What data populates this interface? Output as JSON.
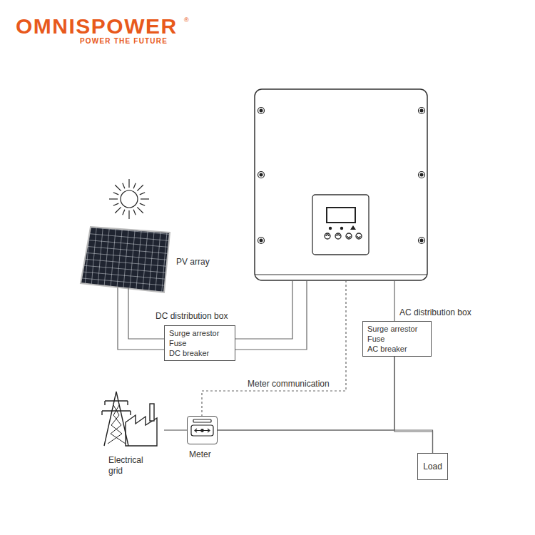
{
  "diagram": {
    "nodes": [
      {
        "text": [
          "PV array"
        ]
      },
      {
        "text": [
          "DC distribution box",
          "Surge arrestor",
          "Fuse",
          "DC breaker"
        ]
      },
      {
        "text": [
          "AC distribution box",
          "Surge arrestor",
          "Fuse",
          "AC breaker"
        ]
      },
      {
        "text": [
          "Electrical grid"
        ]
      },
      {
        "text": [
          "Meter"
        ]
      },
      {
        "text": [
          "Load"
        ]
      }
    ],
    "edges": [
      {
        "from": 0,
        "to": 1,
        "arrow": "none"
      },
      {
        "from": 3,
        "to": 4,
        "arrow": "none"
      },
      {
        "from": 4,
        "to": 5,
        "arrow": "none"
      },
      {
        "from": 2,
        "to": 5,
        "arrow": "none"
      },
      {
        "from": 2,
        "to": 4,
        "arrow": "none"
      }
    ],
    "labels": [
      "OMNISPOWER",
      "®",
      "POWER THE FUTURE",
      "Meter communication"
    ]
  }
}
